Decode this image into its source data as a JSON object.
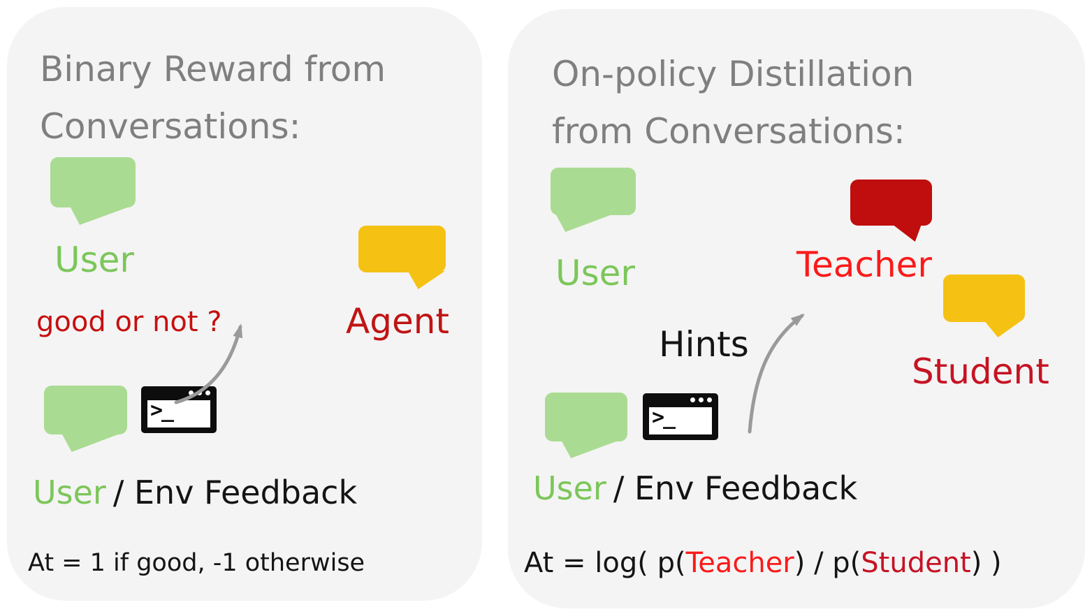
{
  "colors": {
    "page_bg": "#ffffff",
    "panel_bg": "#f4f4f4",
    "title_gray": "#7f7f7f",
    "user_bubble_green": "#aadb92",
    "user_text_green": "#7cc65a",
    "agent_student_bubble_yellow": "#f5c113",
    "teacher_bubble_dark_red": "#c00d0d",
    "teacher_text_bright_red": "#fb1a1a",
    "agent_text_red": "#c01414",
    "student_text_crimson": "#c51324",
    "question_text_red": "#c60f10",
    "arrow_gray": "#9a9a9a",
    "body_text_black": "#141414"
  },
  "left_panel": {
    "title_line1": "Binary Reward from",
    "title_line2": "Conversations:",
    "user_top_label": "User",
    "question_label": "good or not ?",
    "agent_label": "Agent",
    "user_bottom_label": "User",
    "env_feedback_label": "/ Env Feedback",
    "formula": "At = 1 if good, -1 otherwise"
  },
  "right_panel": {
    "title_line1": "On-policy Distillation",
    "title_line2": "from Conversations:",
    "user_top_label": "User",
    "teacher_label": "Teacher",
    "student_label": "Student",
    "hints_label": "Hints",
    "user_bottom_label": "User",
    "env_feedback_label": "/ Env Feedback",
    "formula_prefix": "At = log( p(",
    "formula_teacher": "Teacher",
    "formula_mid": ") / p(",
    "formula_student": "Student",
    "formula_suffix": ") )"
  },
  "icons": {
    "terminal_prompt": ">_"
  }
}
